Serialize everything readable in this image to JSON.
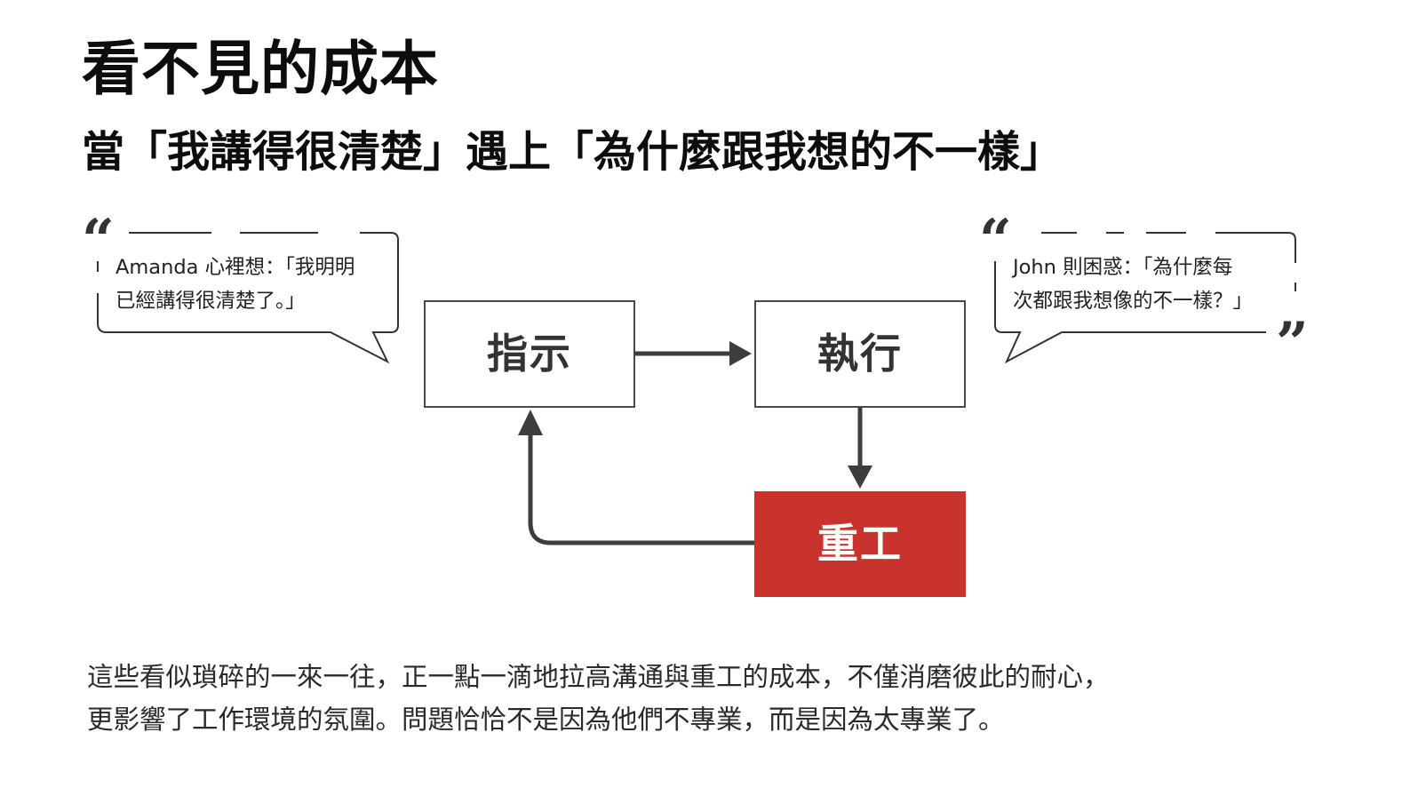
{
  "title": "看不見的成本",
  "subtitle": "當「我講得很清楚」遇上「為什麼跟我想的不一樣」",
  "quotes": {
    "left": {
      "line1": "Amanda 心裡想：「我明明",
      "line2": "已經講得很清楚了。」"
    },
    "right": {
      "line1": "John 則困惑：「為什麼每",
      "line2": "次都跟我想像的不一樣？」"
    }
  },
  "flow": {
    "instruction": "指示",
    "execution": "執行",
    "rework": "重工"
  },
  "footer": {
    "line1": "這些看似瑣碎的一來一往，正一點一滴地拉高溝通與重工的成本，不僅消磨彼此的耐心，",
    "line2": "更影響了工作環境的氛圍。問題恰恰不是因為他們不專業，而是因為太專業了。"
  },
  "colors": {
    "rework_fill": "#c9332d",
    "box_border": "#4a4a4a",
    "arrow": "#3d3d3d"
  }
}
